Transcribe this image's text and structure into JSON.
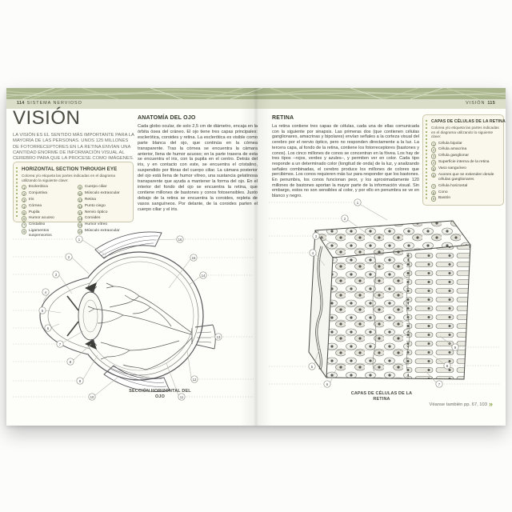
{
  "running_head": {
    "left_folio": "114",
    "left_title": "SISTEMA NERVIOSO",
    "right_title": "VISIÓN",
    "right_folio": "115"
  },
  "left_page": {
    "title": "VISIÓN",
    "intro": "LA VISIÓN ES EL SENTIDO MÁS IMPORTANTE PARA LA MAYORÍA DE LAS PERSONAS. UNOS 125 MILLONES DE FOTORRECEPTORES EN LA RETINA ENVÍAN UNA CANTIDAD ENORME DE INFORMACIÓN VISUAL AL CEREBRO PARA QUE LA PROCESE COMO IMÁGENES.",
    "key_box": {
      "title": "HORIZONTAL SECTION THROUGH EYE",
      "subtitle": "Colorea y/o etiqueta las partes indicadas en el diagrama utilizando la siguiente clave:",
      "items": [
        {
          "n": "1",
          "label": "Esclerótica"
        },
        {
          "n": "2",
          "label": "Conjuntiva"
        },
        {
          "n": "3",
          "label": "Iris"
        },
        {
          "n": "4",
          "label": "Córnea"
        },
        {
          "n": "5",
          "label": "Pupila"
        },
        {
          "n": "6",
          "label": "Humor acuoso"
        },
        {
          "n": "7",
          "label": "Cristalino"
        },
        {
          "n": "8",
          "label": "Ligamentos suspensorios"
        },
        {
          "n": "9",
          "label": "Cuerpo ciliar"
        },
        {
          "n": "10",
          "label": "Músculo extraocular"
        },
        {
          "n": "11",
          "label": "Retina"
        },
        {
          "n": "12",
          "label": "Punto ciego"
        },
        {
          "n": "13",
          "label": "Nervio óptico"
        },
        {
          "n": "14",
          "label": "Coroides"
        },
        {
          "n": "15",
          "label": "Humor vítreo"
        },
        {
          "n": "16",
          "label": "Músculo extraocular"
        }
      ]
    },
    "anatomy": {
      "heading": "ANATOMÍA DEL OJO",
      "body": "Cada globo ocular, de solo 2,5 cm de diámetro, encaja en la órbita ósea del cráneo. El ojo tiene tres capas principales: esclerótica, coroides y retina. La esclerótica es visible como parte blanca del ojo, que continúa en la córnea transparente. Tras la córnea se encuentra la cámara anterior, llena de humor acuoso; en la parte trasera de esta se encuentra el iris, con la pupila en el centro. Detrás del iris, y en contacto con este, se encuentra el cristalino, suspendido por fibras del cuerpo ciliar. La cámara posterior del ojo está llena de humor vítreo, una sustancia gelatinosa transparente que ayuda a mantener la forma del ojo. En el interior del fondo del ojo se encuentra la retina, que contiene millones de bastones y conos fotosensibles. Justo debajo de la retina se encuentra la coroides, repleta de vasos sanguíneos. Por delante, de la coroides parten el cuerpo ciliar y el iris."
    },
    "diagram": {
      "caption": "SECCIÓN HORIZONTAL DEL OJO",
      "callouts": [
        "1",
        "2",
        "3",
        "4",
        "5",
        "6",
        "7",
        "8",
        "9",
        "10",
        "11",
        "12",
        "13",
        "14",
        "15",
        "16"
      ]
    }
  },
  "right_page": {
    "retina": {
      "heading": "RETINA",
      "body": "La retina contiene tres capas de células, cada una de ellas comunicada con la siguiente por sinapsis. Las primeras dos (que contienen células ganglionares, amacrinas y bipolares) envían señales a la corteza visual del cerebro por el nervio óptico, pero no responden directamente a la luz. La tercera capa, al fondo de la retina, contiene los fotorreceptores (bastones y conos). Los cinco millones de conos se concentran en la fóvea. Los hay de tres tipos –rojos, verdes y azules–, y permiten ver en color. Cada tipo responde a un determinado color (longitud de onda) de la luz, y analizando señales combinadas, el cerebro produce los millones de colores que percibimos. Los conos requieren más luz para responder que los bastones. En penumbra, los conos funcionan peor, y los aproximadamente 120 millones de bastones aportan la mayor parte de la información visual. Sin embargo, estos no son sensibles al color, y por ello en penumbra se ve en blanco y negro."
    },
    "key_box": {
      "title": "CAPAS DE CÉLULAS DE LA RETINA",
      "subtitle": "Colorea y/o etiqueta las partes indicadas en el diagrama utilizando la siguiente clave:",
      "items": [
        {
          "n": "1",
          "label": "Célula bipolar"
        },
        {
          "n": "2",
          "label": "Célula amacrina"
        },
        {
          "n": "3",
          "label": "Célula ganglionar"
        },
        {
          "n": "4",
          "label": "Superficie interna de la retina"
        },
        {
          "n": "5",
          "label": "Vaso sanguíneo"
        },
        {
          "n": "6",
          "label": "Axones que se extienden desde células ganglionares"
        },
        {
          "n": "7",
          "label": "Célula horizontal"
        },
        {
          "n": "8",
          "label": "Cono"
        },
        {
          "n": "9",
          "label": "Bastón"
        }
      ]
    },
    "diagram": {
      "caption": "CAPAS DE CÉLULAS DE LA RETINA",
      "callouts": [
        "1",
        "2",
        "3",
        "4",
        "5",
        "6",
        "7",
        "8",
        "9"
      ]
    },
    "see_also": {
      "text": "Véanse también pp. 67, 103",
      "chevron": "»"
    }
  },
  "colors": {
    "accent_green": "#8CA34B",
    "band_dark": "#A9B68E",
    "band_light": "#DBDFC9",
    "box_bg": "#FAF8EC"
  }
}
